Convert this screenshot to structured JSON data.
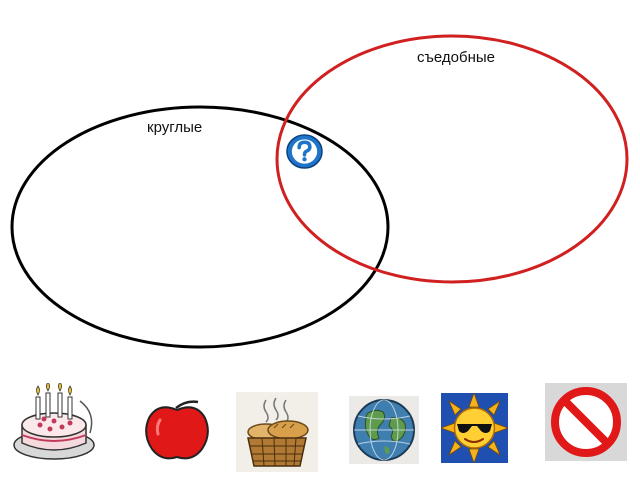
{
  "diagram": {
    "type": "venn",
    "sets": [
      {
        "label": "круглые",
        "color": "#000000"
      },
      {
        "label": "съедобные",
        "color": "#d02020"
      }
    ],
    "intersection_icon": "question-mark-icon",
    "intersection_color": "#1e74c8"
  },
  "cards": [
    {
      "icon": "birthday-cake-icon"
    },
    {
      "icon": "red-apple-icon"
    },
    {
      "icon": "bread-basket-icon"
    },
    {
      "icon": "globe-icon"
    },
    {
      "icon": "sun-with-sunglasses-icon"
    },
    {
      "icon": "no-entry-sign-icon"
    }
  ]
}
